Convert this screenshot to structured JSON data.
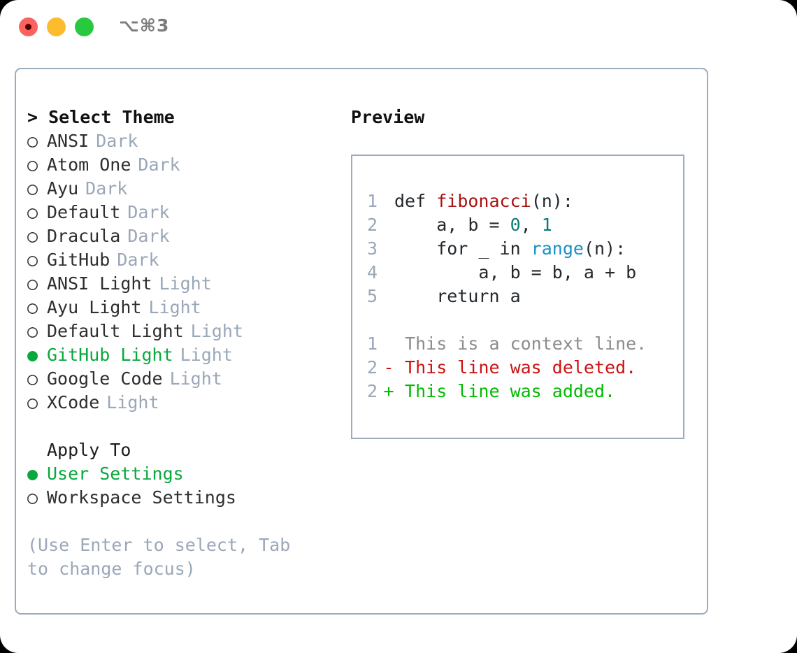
{
  "window": {
    "shortcut": "⌥⌘3",
    "traffic_lights": [
      {
        "name": "close-button",
        "color": "#fc635f"
      },
      {
        "name": "minimize-button",
        "color": "#fdbc2e"
      },
      {
        "name": "maximize-button",
        "color": "#28c93f"
      }
    ]
  },
  "theme_picker": {
    "heading": "> Select Theme",
    "caret": ">",
    "options": [
      {
        "label": "ANSI",
        "tag": "Dark",
        "selected": false,
        "bullet": "○"
      },
      {
        "label": "Atom One",
        "tag": "Dark",
        "selected": false,
        "bullet": "○"
      },
      {
        "label": "Ayu",
        "tag": "Dark",
        "selected": false,
        "bullet": "○"
      },
      {
        "label": "Default",
        "tag": "Dark",
        "selected": false,
        "bullet": "○"
      },
      {
        "label": "Dracula",
        "tag": "Dark",
        "selected": false,
        "bullet": "○"
      },
      {
        "label": "GitHub",
        "tag": "Dark",
        "selected": false,
        "bullet": "○"
      },
      {
        "label": "ANSI Light",
        "tag": "Light",
        "selected": false,
        "bullet": "○"
      },
      {
        "label": "Ayu Light",
        "tag": "Light",
        "selected": false,
        "bullet": "○"
      },
      {
        "label": "Default Light",
        "tag": "Light",
        "selected": false,
        "bullet": "○"
      },
      {
        "label": "GitHub Light",
        "tag": "Light",
        "selected": true,
        "bullet": "●"
      },
      {
        "label": "Google Code",
        "tag": "Light",
        "selected": false,
        "bullet": "○"
      },
      {
        "label": "XCode",
        "tag": "Light",
        "selected": false,
        "bullet": "○"
      }
    ]
  },
  "apply_to": {
    "heading": "Apply To",
    "options": [
      {
        "label": "User Settings",
        "selected": true,
        "bullet": "●"
      },
      {
        "label": "Workspace Settings",
        "selected": false,
        "bullet": "○"
      }
    ]
  },
  "hint": "(Use Enter to select, Tab to change focus)",
  "preview": {
    "title": "Preview",
    "code_lines": [
      {
        "no": "1",
        "marker": " ",
        "tokens": [
          {
            "t": "def ",
            "c": "plain"
          },
          {
            "t": "fibonacci",
            "c": "fn"
          },
          {
            "t": "(n):",
            "c": "plain"
          }
        ]
      },
      {
        "no": "2",
        "marker": " ",
        "tokens": [
          {
            "t": "    a, b = ",
            "c": "plain"
          },
          {
            "t": "0",
            "c": "num"
          },
          {
            "t": ", ",
            "c": "plain"
          },
          {
            "t": "1",
            "c": "num"
          }
        ]
      },
      {
        "no": "3",
        "marker": " ",
        "tokens": [
          {
            "t": "    for _ in ",
            "c": "plain"
          },
          {
            "t": "range",
            "c": "call"
          },
          {
            "t": "(n):",
            "c": "plain"
          }
        ]
      },
      {
        "no": "4",
        "marker": " ",
        "tokens": [
          {
            "t": "        a, b = b, a + b",
            "c": "plain"
          }
        ]
      },
      {
        "no": "5",
        "marker": " ",
        "tokens": [
          {
            "t": "    return a",
            "c": "plain"
          }
        ]
      }
    ],
    "diff_lines": [
      {
        "no": "1",
        "marker": " ",
        "text": "This is a context line.",
        "kind": "ctx"
      },
      {
        "no": "2",
        "marker": "-",
        "text": "This line was deleted.",
        "kind": "del"
      },
      {
        "no": "2",
        "marker": "+",
        "text": "This line was added.",
        "kind": "add"
      }
    ]
  },
  "colors": {
    "accent_green": "#08a83c",
    "muted": "#9aa7b8",
    "border": "#9cabbd",
    "diff_add": "#00bb00",
    "diff_del": "#cc1111",
    "code_fn": "#a81111",
    "code_num": "#0c7c78",
    "code_call": "#1a8fc4"
  }
}
